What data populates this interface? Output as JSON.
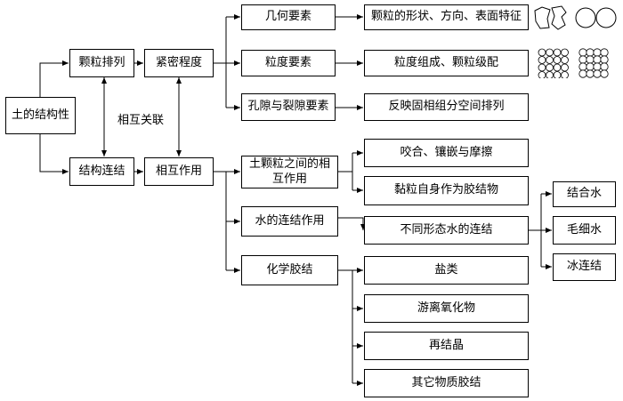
{
  "nodes": {
    "root": "土的结构性",
    "arrangement": "颗粒排列",
    "connection": "结构连结",
    "density": "紧密程度",
    "interaction": "相互作用",
    "geometry": "几何要素",
    "gradation": "粒度要素",
    "pores": "孔隙与裂隙要素",
    "geometry_desc": "颗粒的形状、方向、表面特征",
    "gradation_desc": "粒度组成、颗粒级配",
    "pores_desc": "反映固相组分空间排列",
    "particle_interaction": "土颗粒之间的相互作用",
    "water_connection": "水的连结作用",
    "chemical_cement": "化学胶结",
    "interlock": "咬合、镶嵌与摩擦",
    "clay_cement": "黏粒自身作为胶结物",
    "water_states": "不同形态水的连结",
    "bound_water": "结合水",
    "capillary_water": "毛细水",
    "ice_connection": "冰连结",
    "salts": "盐类",
    "free_oxides": "游离氧化物",
    "recrystallization": "再结晶",
    "other_cements": "其它物质胶结"
  },
  "labels": {
    "mutual": "相互关联"
  },
  "icons": [
    "angular-grains-icon",
    "round-grains-icon",
    "loose-packing-icon",
    "dense-packing-icon"
  ]
}
